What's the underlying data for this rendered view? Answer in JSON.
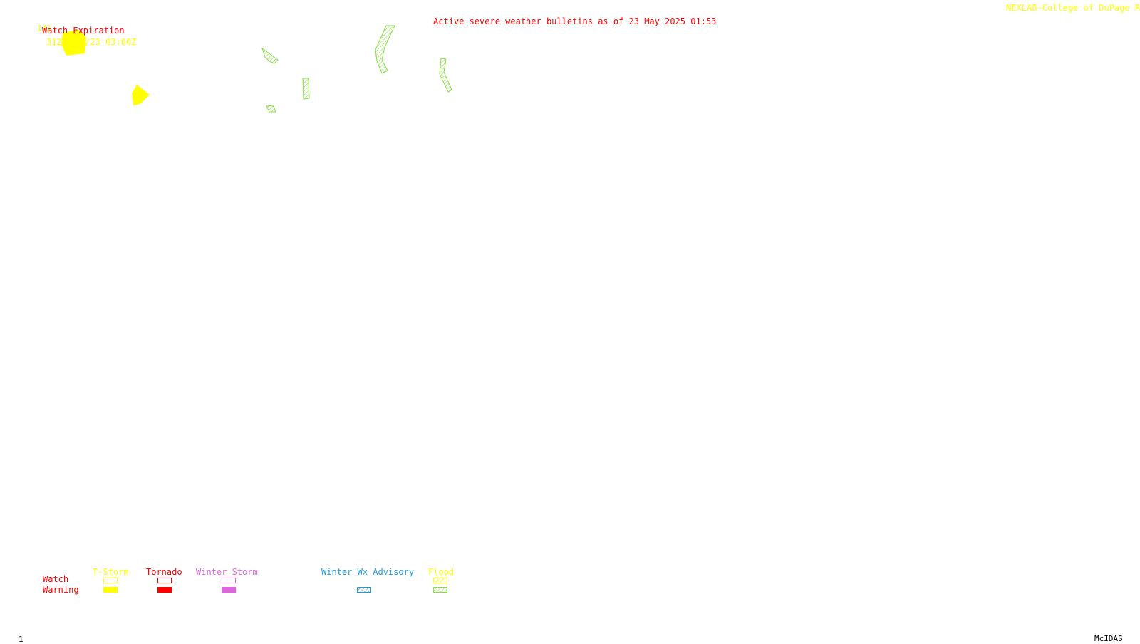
{
  "header": {
    "title": "Active severe weather bulletins as of 23 May 2025 01:53",
    "credit": "NEXLAB-College of DuPage R"
  },
  "watch_box": {
    "heading": "Watch Expiration",
    "watch_id": "312",
    "expiration": "5/23 03:00Z",
    "label_partial": "141"
  },
  "legend": {
    "row_watch": "Watch",
    "row_warning": "Warning",
    "categories": [
      {
        "label": "T-Storm",
        "color": "#ffff00"
      },
      {
        "label": "Tornado",
        "color": "#ff0000"
      },
      {
        "label": "Winter Storm",
        "color": "#dd66dd"
      },
      {
        "label": "Winter Wx Advisory",
        "color": "#2299dd"
      },
      {
        "label": "Flood",
        "color": "#88dd44"
      }
    ]
  },
  "footer": {
    "frame_number": "1",
    "software": "McIDAS"
  },
  "colors": {
    "thunderstorm": "#ffff00",
    "tornado": "#ff0000",
    "flood": "#88dd44",
    "winter_storm": "#dd66dd",
    "winter_advisory": "#2299dd"
  }
}
